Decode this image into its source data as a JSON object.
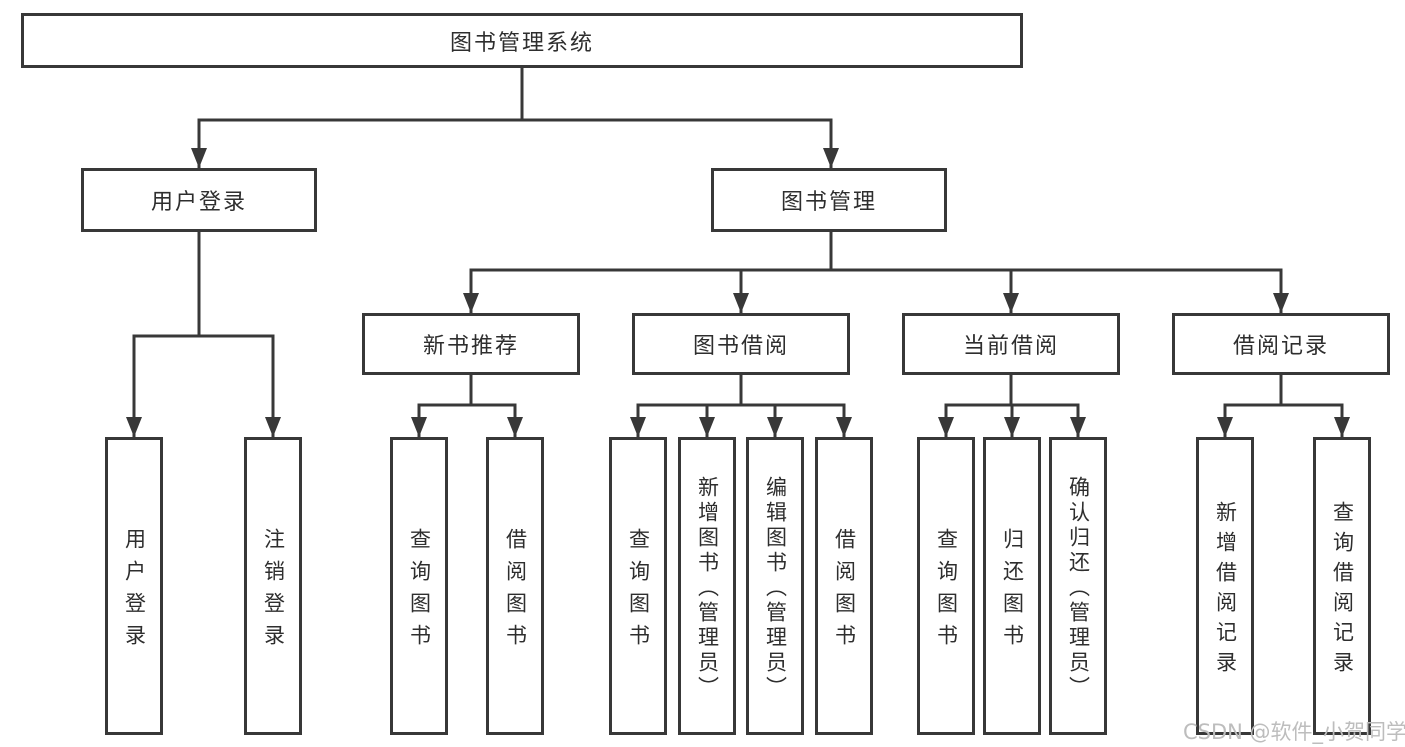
{
  "diagram": {
    "title": "图书管理系统",
    "level2": [
      {
        "label": "用户登录"
      },
      {
        "label": "图书管理"
      }
    ],
    "level3": [
      {
        "label": "新书推荐",
        "parent": "图书管理"
      },
      {
        "label": "图书借阅",
        "parent": "图书管理"
      },
      {
        "label": "当前借阅",
        "parent": "图书管理"
      },
      {
        "label": "借阅记录",
        "parent": "图书管理"
      }
    ],
    "leaves": [
      {
        "label": "用户登录",
        "parent": "用户登录"
      },
      {
        "label": "注销登录",
        "parent": "用户登录"
      },
      {
        "label": "查询图书",
        "parent": "新书推荐"
      },
      {
        "label": "借阅图书",
        "parent": "新书推荐"
      },
      {
        "label": "查询图书",
        "parent": "图书借阅"
      },
      {
        "label": "新增图书（管理员）",
        "parent": "图书借阅"
      },
      {
        "label": "编辑图书（管理员）",
        "parent": "图书借阅"
      },
      {
        "label": "借阅图书",
        "parent": "图书借阅"
      },
      {
        "label": "查询图书",
        "parent": "当前借阅"
      },
      {
        "label": "归还图书",
        "parent": "当前借阅"
      },
      {
        "label": "确认归还（管理员）",
        "parent": "当前借阅"
      },
      {
        "label": "新增借阅记录",
        "parent": "借阅记录"
      },
      {
        "label": "查询借阅记录",
        "parent": "借阅记录"
      }
    ]
  },
  "watermark": "CSDN @软件_小贺同学",
  "colors": {
    "line": "#383838",
    "text": "#2e2e2e",
    "box_background": "#ffffff",
    "watermark": "#bdbdbd"
  }
}
